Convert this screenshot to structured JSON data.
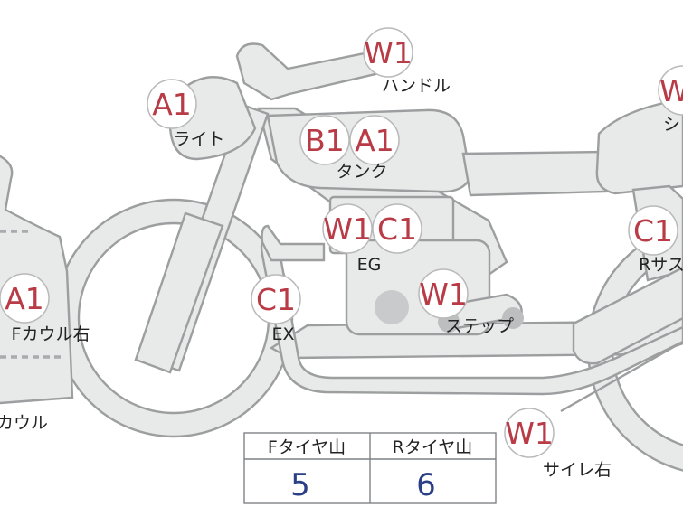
{
  "parts": [
    {
      "id": "handle",
      "codes": [
        "W1"
      ],
      "label": "ハンドル"
    },
    {
      "id": "light",
      "codes": [
        "A1"
      ],
      "label": "ライト"
    },
    {
      "id": "tank",
      "codes": [
        "B1",
        "A1"
      ],
      "label": "タンク"
    },
    {
      "id": "engine",
      "codes": [
        "W1",
        "C1"
      ],
      "label": "EG"
    },
    {
      "id": "exhaust",
      "codes": [
        "C1"
      ],
      "label": "EX"
    },
    {
      "id": "step",
      "codes": [
        "W1"
      ],
      "label": "ステップ"
    },
    {
      "id": "front-cowl-right",
      "codes": [
        "A1"
      ],
      "label": "Fカウル右"
    },
    {
      "id": "cowl",
      "codes": [],
      "label": "カウル"
    },
    {
      "id": "seat",
      "codes": [
        "W"
      ],
      "label": "シ"
    },
    {
      "id": "rear-suspension",
      "codes": [
        "C1"
      ],
      "label": "Rサス"
    },
    {
      "id": "silencer-right",
      "codes": [
        "W1"
      ],
      "label": "サイレ右"
    }
  ],
  "tread_table": {
    "headers": [
      "Fタイヤ山",
      "Rタイヤ山"
    ],
    "values": [
      "5",
      "6"
    ]
  },
  "colors": {
    "code_text": "#b83b46",
    "value_text": "#2a3f86",
    "bike_fill": "#e8e9e9",
    "bike_outline": "#9c9e9f"
  }
}
